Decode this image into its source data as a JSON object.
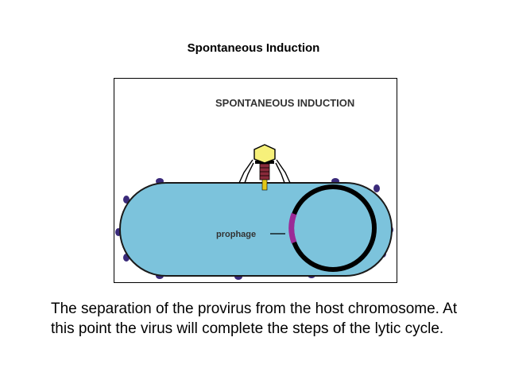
{
  "slide": {
    "title": "Spontaneous Induction",
    "caption": "The separation of the provirus from the host chromosome.  At this point the virus will complete the steps of the lytic cycle."
  },
  "figure": {
    "heading": "SPONTANEOUS INDUCTION",
    "label_prophage": "prophage"
  },
  "colors": {
    "cell_fill": "#7cc3dc",
    "cell_stroke": "#1a1a1a",
    "phage_head": "#f6f07a",
    "chromosome": "#000000",
    "prophage": "#9b2b97",
    "surface_bumps": "#3a2a7a"
  }
}
